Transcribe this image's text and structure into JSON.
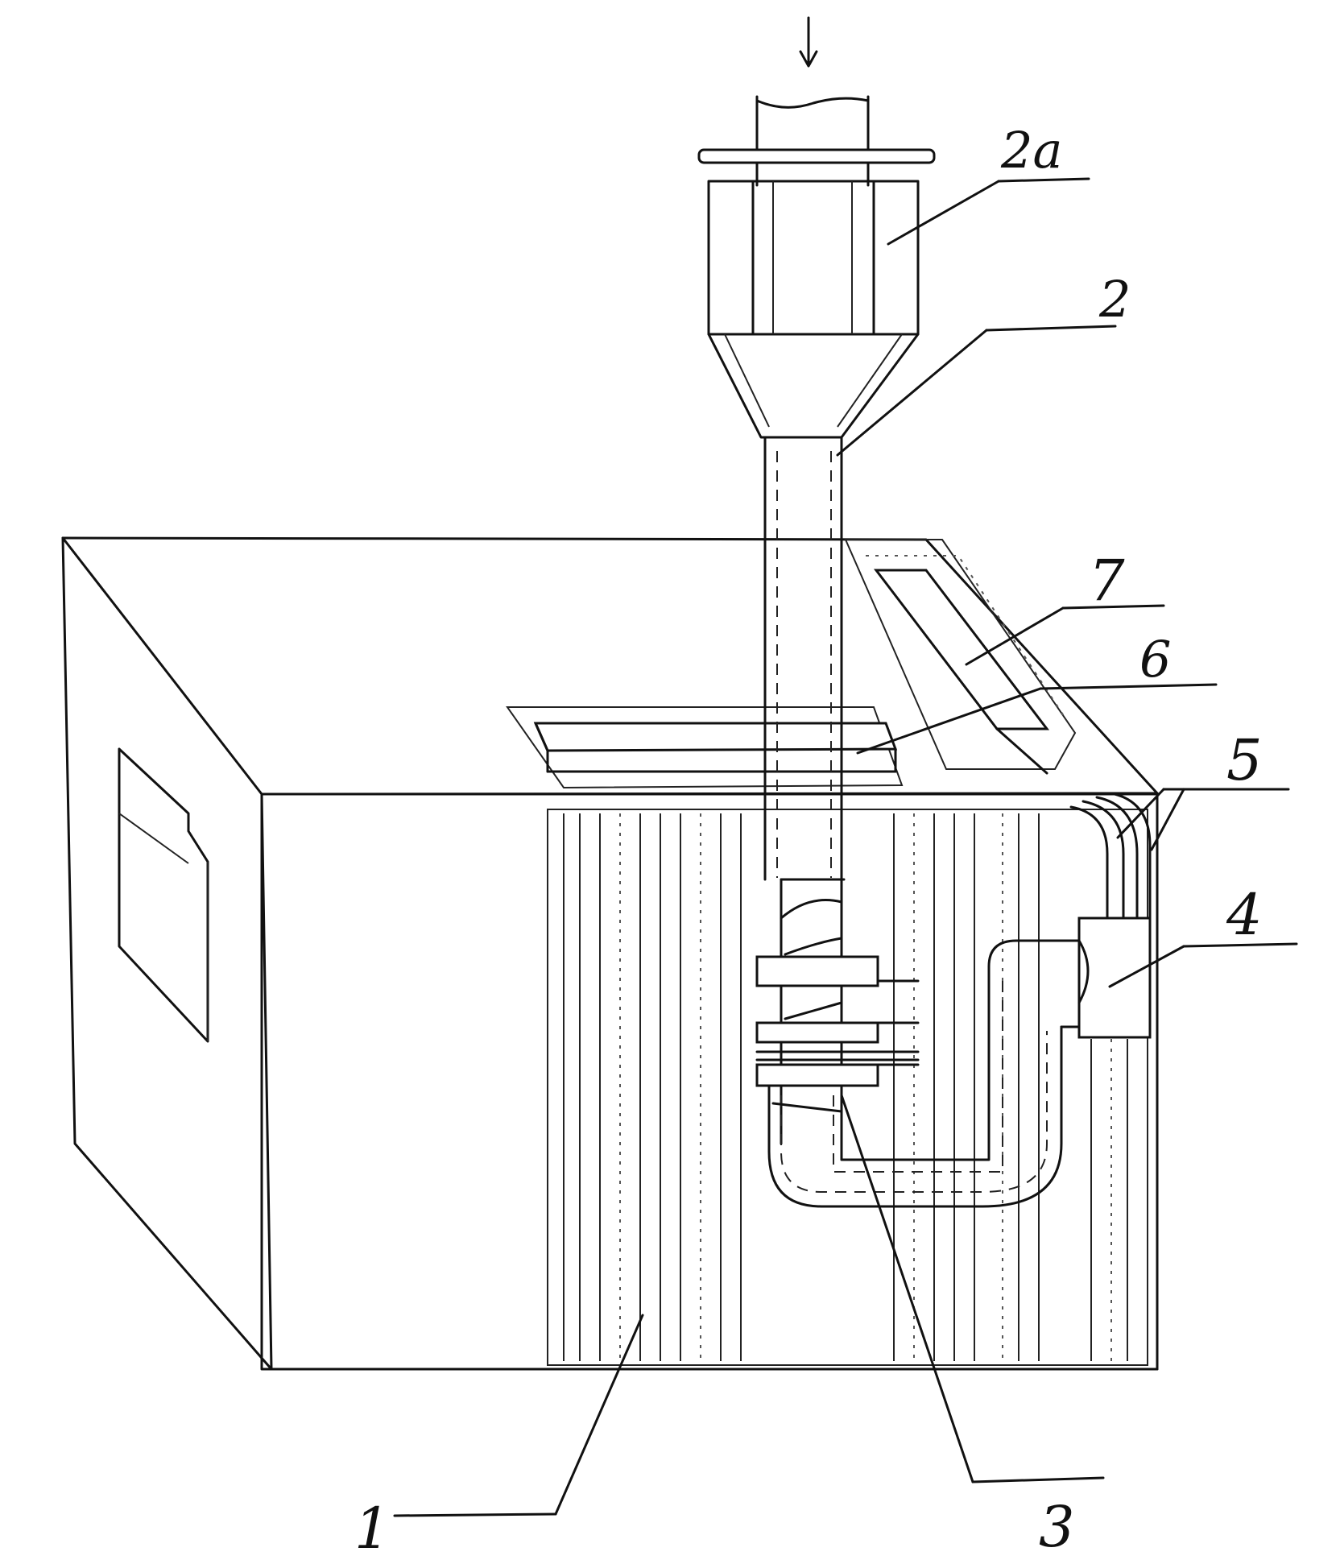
{
  "figure": {
    "callouts": [
      {
        "id": "2a",
        "text": "2a"
      },
      {
        "id": "2",
        "text": "2"
      },
      {
        "id": "7",
        "text": "7"
      },
      {
        "id": "6",
        "text": "6"
      },
      {
        "id": "5",
        "text": "5"
      },
      {
        "id": "4",
        "text": "4"
      },
      {
        "id": "3",
        "text": "3"
      },
      {
        "id": "1",
        "text": "1"
      }
    ],
    "flow_arrow": "↓"
  },
  "colors": {
    "ink": "#111111",
    "paper": "#ffffff"
  }
}
